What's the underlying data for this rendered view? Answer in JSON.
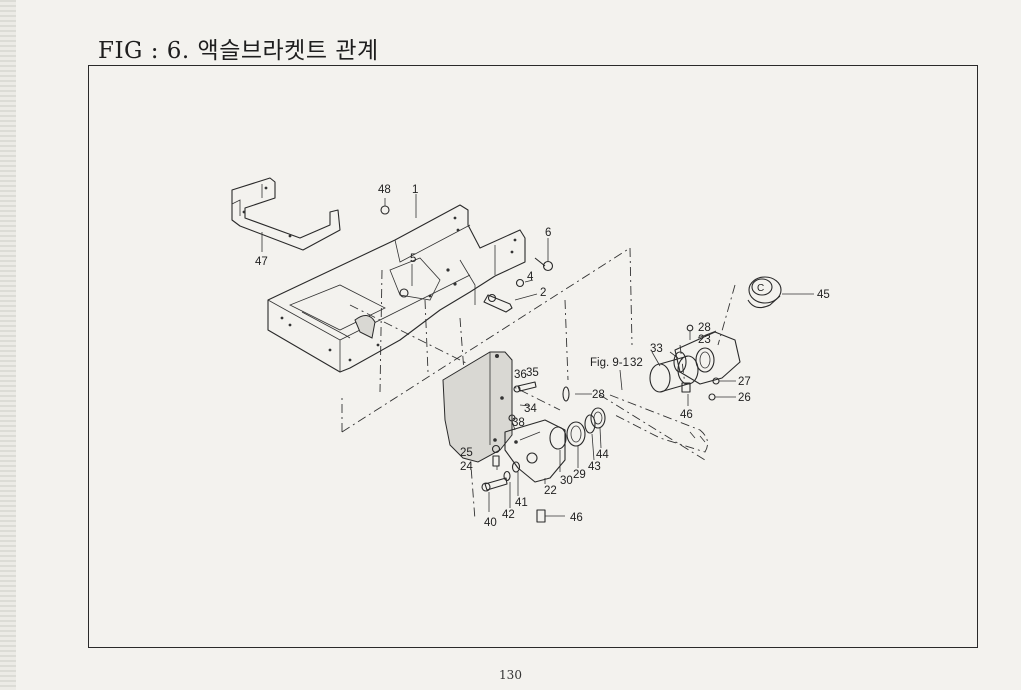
{
  "title": "FIG : 6. 액슬브라켓트 관계",
  "page_number": "130",
  "reference": "Fig. 9-1",
  "callouts": [
    "48",
    "1",
    "6",
    "4",
    "2",
    "5",
    "47",
    "45",
    "28",
    "23",
    "33",
    "32",
    "36",
    "35",
    "28",
    "27",
    "26",
    "46",
    "34",
    "38",
    "25",
    "24",
    "44",
    "43",
    "29",
    "30",
    "22",
    "41",
    "42",
    "40",
    "46"
  ]
}
